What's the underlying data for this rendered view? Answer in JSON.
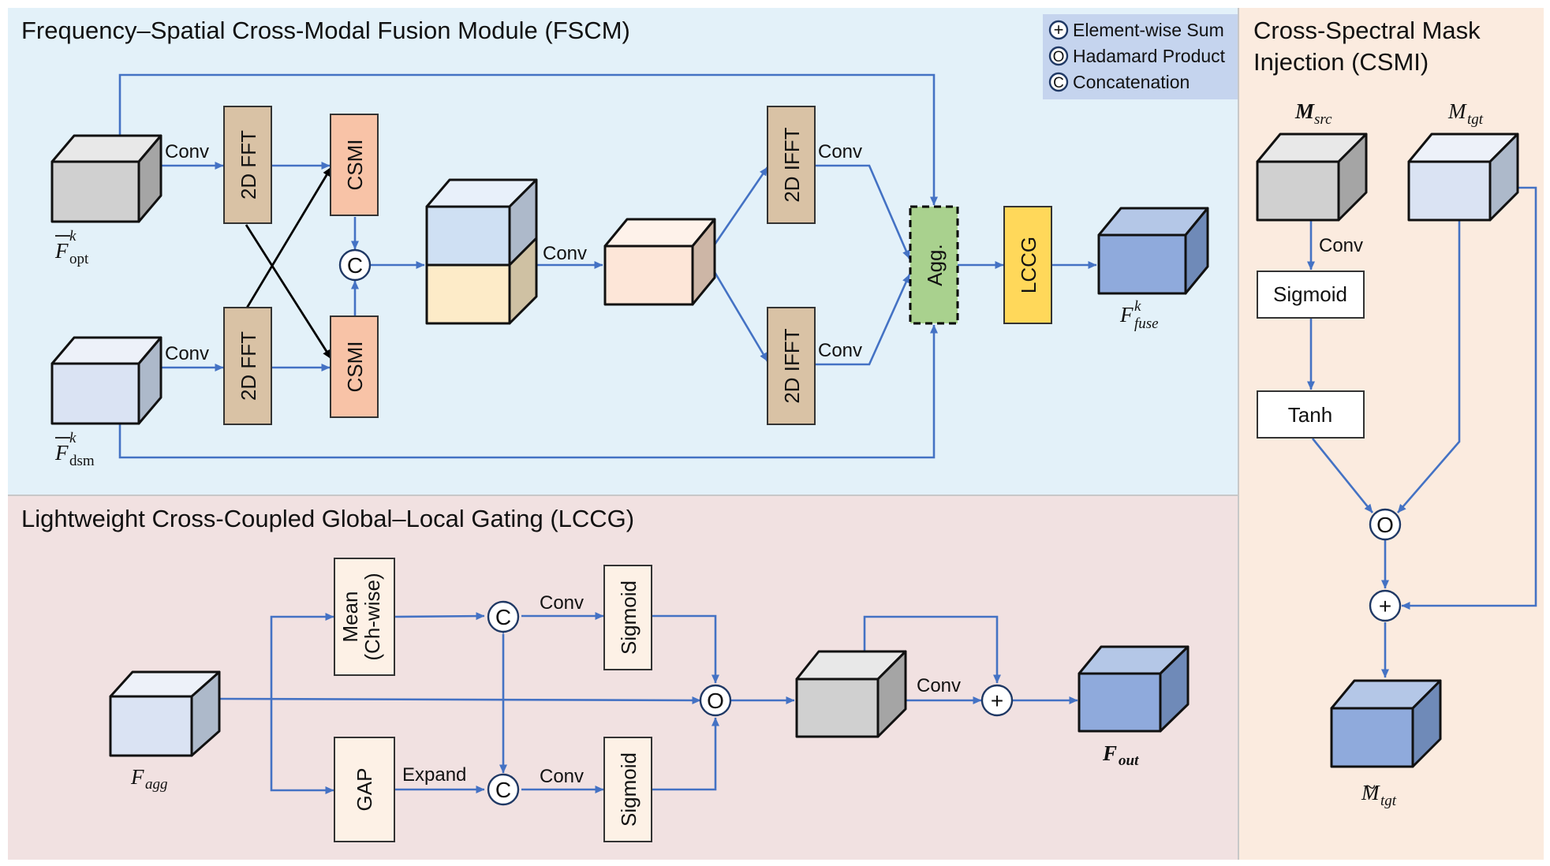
{
  "fscm": {
    "title": "Frequency–Spatial Cross-Modal Fusion Module (FSCM)",
    "conv_top": "Conv",
    "conv_bottom": "Conv",
    "fft_top": "2D FFT",
    "fft_bottom": "2D FFT",
    "csmi_top": "CSMI",
    "csmi_bottom": "CSMI",
    "concat_symbol": "C",
    "conv_mid": "Conv",
    "ifft_top": "2D IFFT",
    "ifft_bottom": "2D IFFT",
    "conv_ifft_top": "Conv",
    "conv_ifft_bottom": "Conv",
    "agg": "Agg.",
    "lccg": "LCCG",
    "f_opt": {
      "base": "F",
      "sup": "k",
      "sub": "opt"
    },
    "f_dsm": {
      "base": "F",
      "sup": "k",
      "sub": "dsm"
    },
    "f_fuse": {
      "base": "F",
      "sup": "k",
      "sub": "fuse"
    }
  },
  "legend": {
    "sum_symbol": "+",
    "sum_label": "Element-wise Sum",
    "hadamard_symbol": "O",
    "hadamard_label": "Hadamard Product",
    "concat_symbol": "C",
    "concat_label": "Concatenation"
  },
  "lccg": {
    "title": "Lightweight Cross-Coupled Global–Local Gating (LCCG)",
    "mean_line1": "Mean",
    "mean_line2": "(Ch-wise)",
    "gap": "GAP",
    "expand": "Expand",
    "concat_top": "C",
    "concat_bottom": "C",
    "conv_top": "Conv",
    "conv_bottom": "Conv",
    "sigmoid_top": "Sigmoid",
    "sigmoid_bottom": "Sigmoid",
    "hadamard": "O",
    "conv_out": "Conv",
    "sum": "+",
    "f_agg": {
      "base": "F",
      "sub": "agg"
    },
    "f_out": {
      "base": "F",
      "sub": "out"
    }
  },
  "csmi": {
    "title_line1": "Cross-Spectral Mask",
    "title_line2": "Injection (CSMI)",
    "m_src": {
      "base": "M",
      "sub": "src"
    },
    "m_tgt": {
      "base": "M",
      "sub": "tgt"
    },
    "conv": "Conv",
    "sigmoid": "Sigmoid",
    "tanh": "Tanh",
    "hadamard": "O",
    "sum": "+",
    "m_tgt_out": {
      "base": "M",
      "accent": "~",
      "sub": "tgt"
    }
  },
  "colors": {
    "fscm_bg": "#e3f1f9",
    "lccg_bg": "#f1e1e1",
    "csmi_bg": "#fbebdf",
    "legend_bg": "#c5d4ee",
    "arrow": "#4472c4",
    "fft_box": "#d9c2a5",
    "csmi_box": "#f8c3a7",
    "agg_box": "#a9d18e",
    "lccg_box": "#ffd85a",
    "cube_gray": "#d0d0d0",
    "cube_lightblue": "#dae3f3",
    "cube_blue": "#8faadc",
    "cube_peach": "#fde6d8",
    "cube_yellow": "#fdebc8"
  }
}
